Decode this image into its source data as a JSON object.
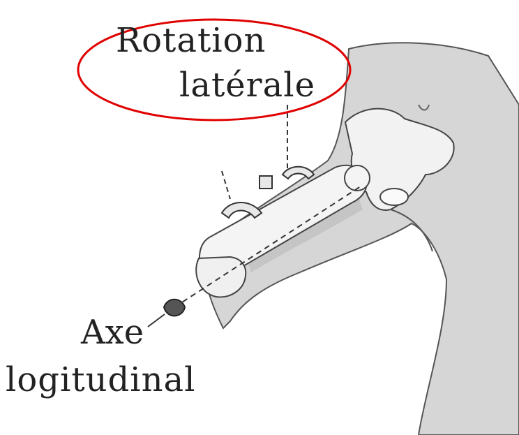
{
  "labels": {
    "rotation_line1": "Rotation",
    "rotation_line2": "latérale",
    "axis_line1": "Axe",
    "axis_line2": "logitudinal"
  },
  "colors": {
    "highlight_ellipse": "#e00000",
    "ink": "#222222",
    "skin": "#d9d9d9",
    "bone": "#f2f2f2"
  }
}
